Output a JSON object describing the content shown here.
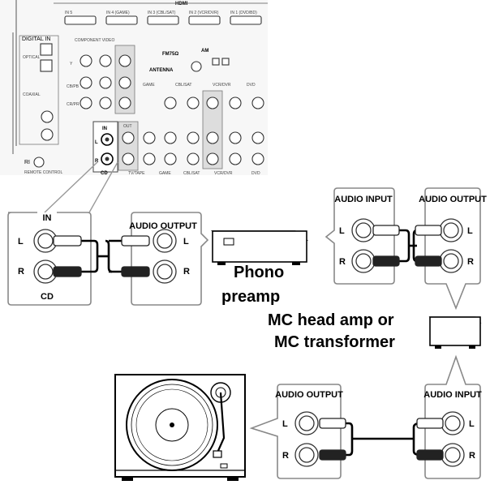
{
  "receiver_panel": {
    "hdmi_title": "HDMI",
    "hdmi_ports": [
      "IN 5",
      "IN 4 (GAME)",
      "IN 3 (CBL/SAT)",
      "IN 2 (VCR/DVR)",
      "IN 1 (DVD/BD)"
    ],
    "digital_in_title": "DIGITAL IN",
    "optical_label": "OPTICAL",
    "coaxial_label": "COAXIAL",
    "component_video_title": "COMPONENT VIDEO",
    "component_rows": [
      "Y",
      "CB/PB",
      "CR/PR"
    ],
    "antenna_label": "ANTENNA",
    "fm_label": "FM75Ω",
    "am_label": "AM",
    "remote_control_label": "REMOTE CONTROL",
    "ri_label": "RI",
    "row_labels_top": [
      "GAME",
      "CBL/SAT",
      "VCR/DVR",
      "DVD"
    ],
    "row_labels_bottom": [
      "TV/TAPE",
      "GAME",
      "CBL/SAT",
      "VCR/DVR",
      "DVD"
    ],
    "cd_in_label": "IN",
    "cd_label": "CD",
    "in_label": "IN",
    "out_label": "OUT"
  },
  "cd_box": {
    "title": "IN",
    "left": "L",
    "right": "R",
    "footer": "CD"
  },
  "preamp_out_box": {
    "title": "AUDIO OUTPUT",
    "left": "L",
    "right": "R"
  },
  "preamp_in_box": {
    "title": "AUDIO INPUT",
    "left": "L",
    "right": "R"
  },
  "headamp_out_box": {
    "title": "AUDIO OUTPUT",
    "left": "L",
    "right": "R"
  },
  "turntable_out_box": {
    "title": "AUDIO OUTPUT",
    "left": "L",
    "right": "R"
  },
  "headamp_in_box": {
    "title": "AUDIO INPUT",
    "left": "L",
    "right": "R"
  },
  "phono_preamp_label": {
    "line1": "Phono",
    "line2": "preamp"
  },
  "mc_label": {
    "line1": "MC head amp or",
    "line2": "MC transformer"
  },
  "colors": {
    "black": "#000000",
    "gray": "#888888",
    "panel_bg": "#ececec"
  }
}
